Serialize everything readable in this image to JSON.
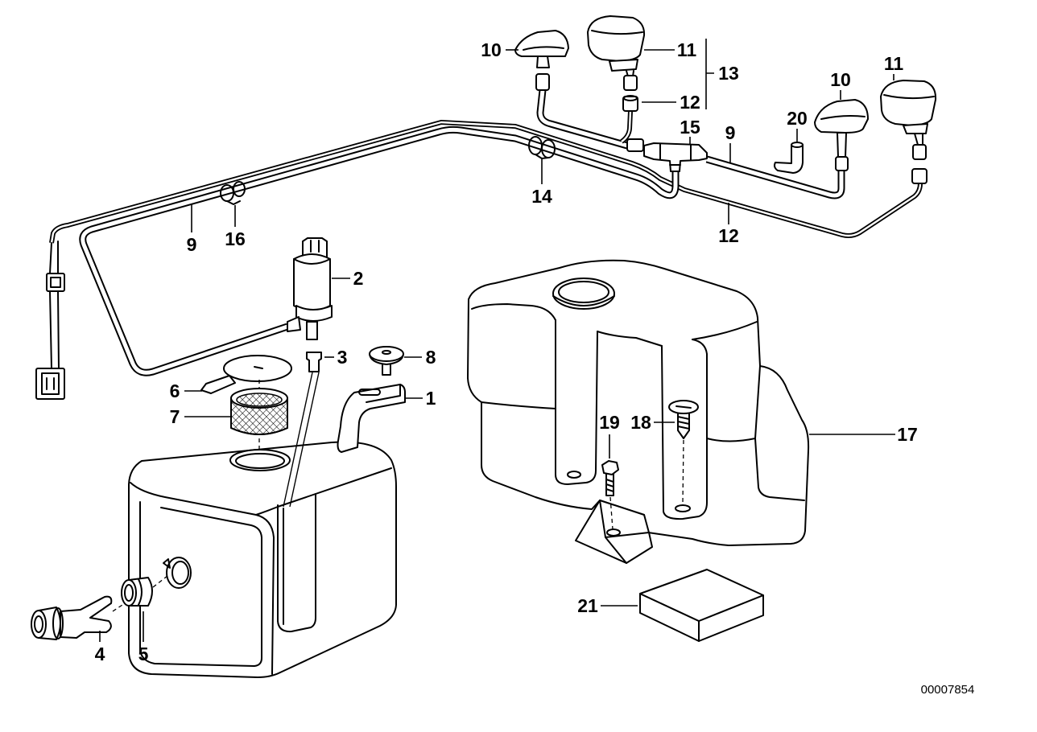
{
  "callouts": [
    "10",
    "11",
    "13",
    "12",
    "15",
    "9",
    "20",
    "10",
    "11",
    "14",
    "12",
    "9",
    "16",
    "2",
    "3",
    "8",
    "6",
    "1",
    "7",
    "19",
    "18",
    "17",
    "21",
    "4",
    "5"
  ],
  "reference_number": "00007854"
}
